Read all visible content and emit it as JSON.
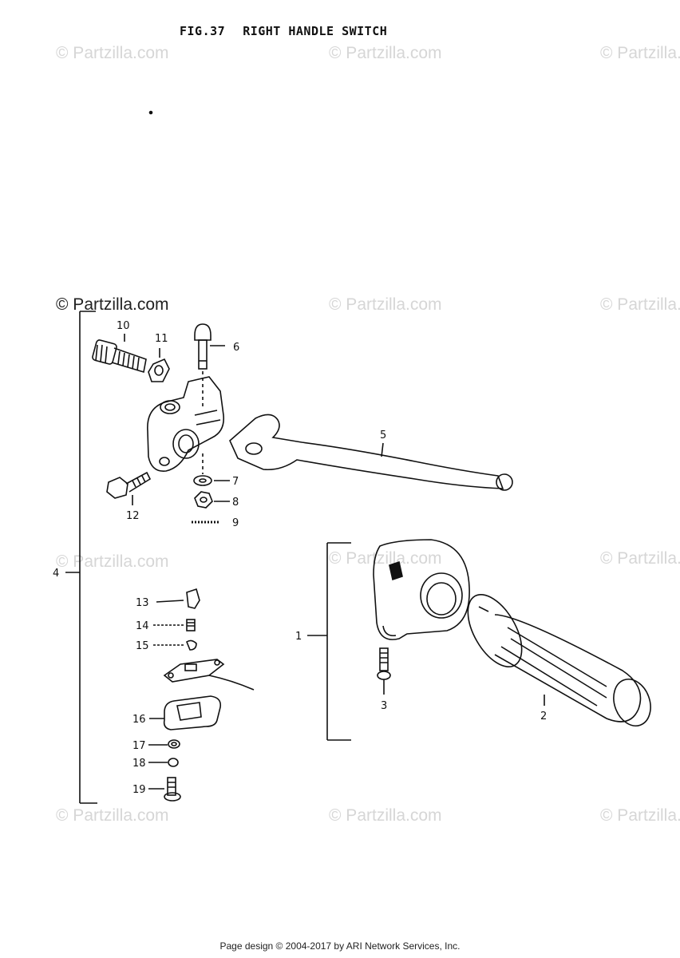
{
  "figure": {
    "number": "FIG.37",
    "name": "RIGHT HANDLE SWITCH"
  },
  "watermark_text": "© Partzilla.com",
  "callouts": [
    "1",
    "2",
    "3",
    "4",
    "5",
    "6",
    "7",
    "8",
    "9",
    "10",
    "11",
    "12",
    "13",
    "14",
    "15",
    "16",
    "17",
    "18",
    "19"
  ],
  "footer": "Page design © 2004-2017 by ARI Network Services, Inc."
}
